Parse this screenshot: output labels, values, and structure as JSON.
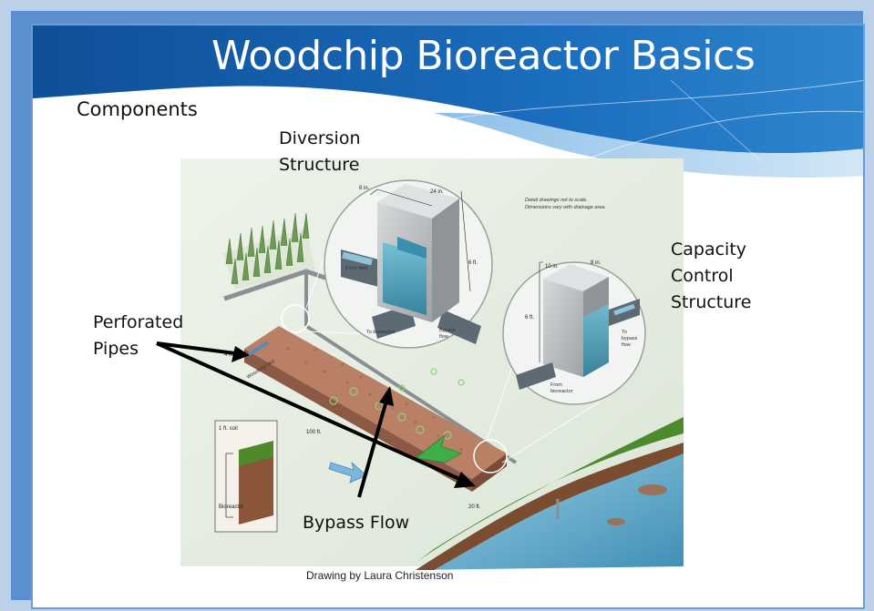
{
  "slide": {
    "title": "Woodchip Bioreactor Basics",
    "subtitle": "Components",
    "credit": "Drawing by Laura Christenson"
  },
  "callouts": {
    "diversion_line1": "Diversion",
    "diversion_line2": "Structure",
    "capacity_line1": "Capacity",
    "capacity_line2": "Control",
    "capacity_line3": "Structure",
    "perforated_line1": "Perforated",
    "perforated_line2": "Pipes",
    "bypass": "Bypass Flow"
  },
  "drawing_text": {
    "note_line1": "Detail drawings not to scale.",
    "note_line2": "Dimensions vary with drainage area.",
    "div_width": "8 in.",
    "div_depth": "24 in.",
    "div_height": "6 ft.",
    "from_field": "From field",
    "to_bioreactor": "To bioreactor",
    "bypass_flow_1": "Bypass",
    "bypass_flow_2": "flow",
    "cap_width": "10 in.",
    "cap_depth": "8 in.",
    "cap_height": "6 ft.",
    "to_bypass_1": "To",
    "to_bypass_2": "bypass",
    "to_bypass_3": "flow",
    "from_bioreactor_1": "From",
    "from_bioreactor_2": "bioreactor",
    "bed_depth": "4 ft.",
    "bed_length": "100 ft.",
    "bed_width": "20 ft.",
    "soil": "1 ft. soil",
    "bioreactor": "Bioreactor",
    "bed_label": "Woodchip bed"
  },
  "colors": {
    "banner_dark": "#1565b5",
    "banner_light": "#5aa2e0",
    "woodchips": "#b27a5e",
    "water": "#3a98b4",
    "concrete": "#b8bcbe",
    "grass": "#4d8a2e",
    "arrow": "#000000"
  }
}
